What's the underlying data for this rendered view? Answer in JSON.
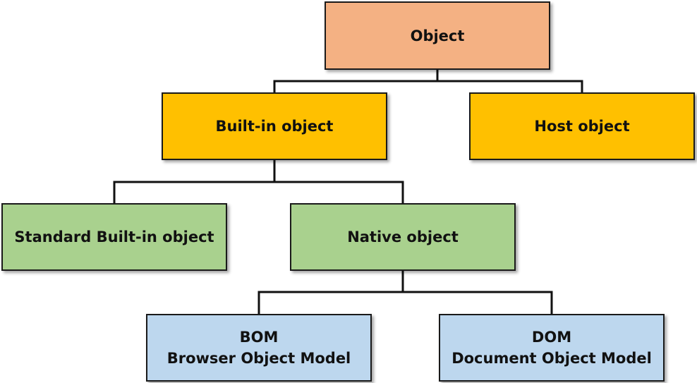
{
  "diagram": {
    "root": {
      "label": "Object",
      "color": "#f4b183"
    },
    "level2": [
      {
        "label": "Built-in object",
        "color": "#ffc000"
      },
      {
        "label": "Host object",
        "color": "#ffc000"
      }
    ],
    "level3": [
      {
        "label": "Standard Built-in object",
        "color": "#a9d18e"
      },
      {
        "label": "Native object",
        "color": "#a9d18e"
      }
    ],
    "level4": [
      {
        "abbr": "BOM",
        "label": "Browser Object Model",
        "color": "#bdd7ee"
      },
      {
        "abbr": "DOM",
        "label": "Document Object Model",
        "color": "#bdd7ee"
      }
    ],
    "edges": [
      [
        "Object",
        "Built-in object"
      ],
      [
        "Object",
        "Host object"
      ],
      [
        "Built-in object",
        "Standard Built-in object"
      ],
      [
        "Built-in object",
        "Native object"
      ],
      [
        "Native object",
        "BOM"
      ],
      [
        "Native object",
        "DOM"
      ]
    ]
  }
}
